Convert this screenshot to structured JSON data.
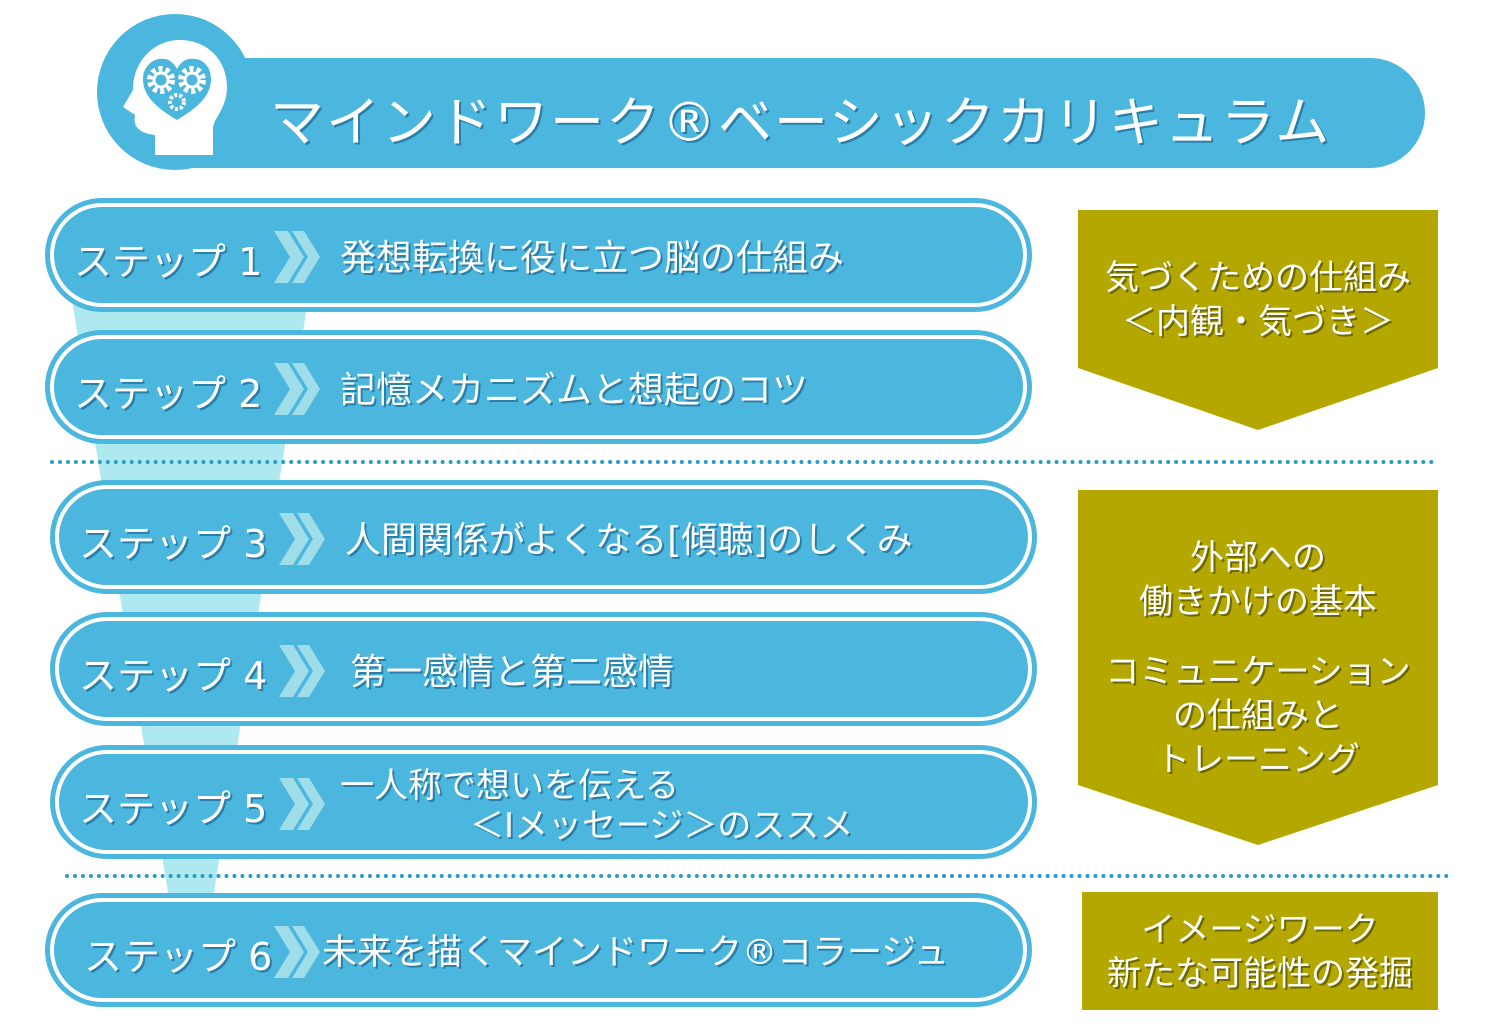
{
  "header": {
    "title": "マインドワーク®ベーシックカリキュラム",
    "icon": "head-heart-gears-icon"
  },
  "steps": [
    {
      "label": "ステップ 1",
      "text": "発想転換に役に立つ脳の仕組み"
    },
    {
      "label": "ステップ 2",
      "text": "記憶メカニズムと想起のコツ"
    },
    {
      "label": "ステップ 3",
      "text": "人間関係がよくなる[傾聴]のしくみ"
    },
    {
      "label": "ステップ 4",
      "text": "第一感情と第二感情"
    },
    {
      "label": "ステップ 5",
      "text_line1": "一人称で想いを伝える",
      "text_line2": "＜Iメッセージ＞のススメ"
    },
    {
      "label": "ステップ 6",
      "text": "未来を描くマインドワーク®コラージュ"
    }
  ],
  "phases": [
    {
      "line1": "気づくための仕組み",
      "line2": "＜内観・気づき＞"
    },
    {
      "line1": "外部への",
      "line2": "働きかけの基本",
      "line3": "コミュニケーション",
      "line4": "の仕組みと",
      "line5": "トレーニング"
    },
    {
      "line1": "イメージワーク",
      "line2": "新たな可能性の発掘"
    }
  ],
  "colors": {
    "blue": "#4bb6de",
    "funnel": "#aee9ef",
    "olive": "#b3a700"
  }
}
